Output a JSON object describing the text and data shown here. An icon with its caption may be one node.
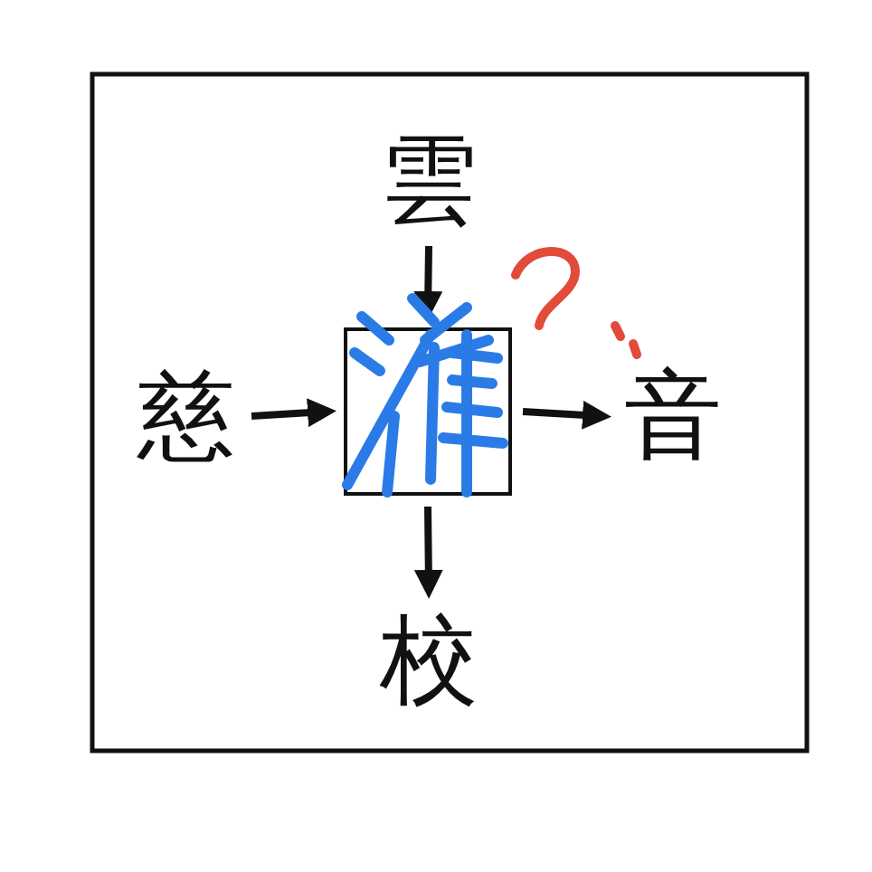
{
  "diagram": {
    "nodes": [
      {
        "text": [
          "雲"
        ]
      },
      {
        "text": [
          "慈"
        ]
      },
      {
        "text": [],
        "shape": "box"
      },
      {
        "text": [
          "音"
        ]
      },
      {
        "text": [
          "校"
        ]
      }
    ],
    "edges": [
      {
        "from": 0,
        "to": 2,
        "arrow": "to"
      },
      {
        "from": 1,
        "to": 2,
        "arrow": "to"
      },
      {
        "from": 2,
        "to": 3,
        "arrow": "to"
      },
      {
        "from": 2,
        "to": 4,
        "arrow": "to"
      }
    ]
  }
}
